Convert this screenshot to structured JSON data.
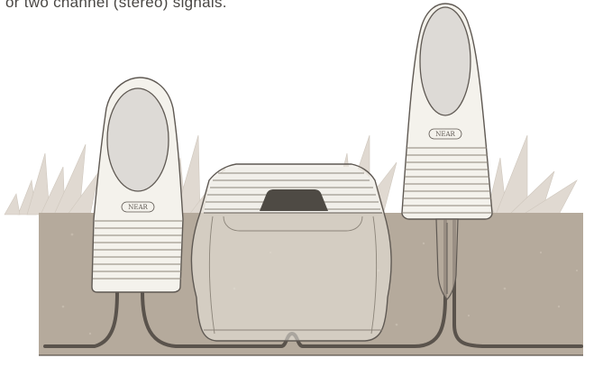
{
  "caption": "or two channel (stereo) signals.",
  "left_speaker": {
    "logo": "NEAR"
  },
  "right_speaker": {
    "logo": "NEAR"
  },
  "colors": {
    "soil": "#b5aa9c",
    "soil_edge": "#5c554d",
    "cable": "#5a534c",
    "grass": "#e0d9d1",
    "speaker_shell": "#f4f2ec",
    "speaker_face": "#dddad6",
    "subwoofer_top": "#f1efea",
    "subwoofer_port": "#4e4a44"
  },
  "icons": [
    "grass-icon",
    "speaker-icon",
    "subwoofer-icon",
    "cable-icon",
    "stake-icon"
  ]
}
